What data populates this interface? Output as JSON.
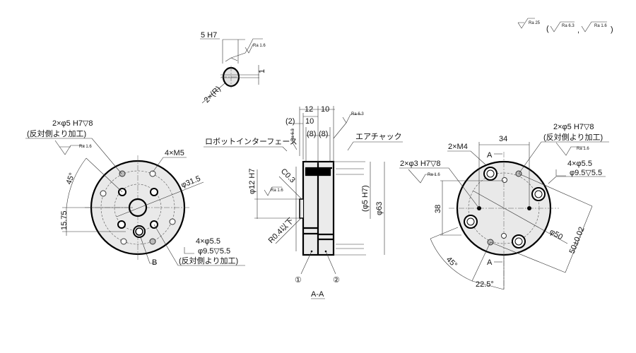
{
  "roughness_note": {
    "main": "Ra 25",
    "open": "(",
    "alt1": "Ra 6.3",
    "comma": ",",
    "alt2": "Ra 1.6",
    "close": ")"
  },
  "slot_detail": {
    "width": "5 H7",
    "ra": "Ra 1.6",
    "offset": "1",
    "radius": "2×(R)"
  },
  "left_view": {
    "pin_hole": "2×φ5 H7▽8",
    "pin_hole_note": "(反対側より加工)",
    "pin_ra": "Ra 1.6",
    "tap": "4×M5",
    "pcd": "φ31.5",
    "angle": "45°",
    "offset": "15.75",
    "cb_hole": "4×φ5.5",
    "cb_spec": "φ9.5▽5.5",
    "cb_note": "(反対側より加工)",
    "label_b": "B"
  },
  "section_view": {
    "dim_12": "12",
    "dim_10a": "10",
    "dim_2": "(2)",
    "dim_10b": "10",
    "dim_8a": "(8)",
    "dim_8b": "(8)",
    "ra_top": "Ra 6.3",
    "ra_side": "Ra 6.3",
    "robot_interface": "ロボットインターフェース",
    "air_chuck": "エアチャック",
    "bore": "φ12 H7",
    "chamfer": "C0.3",
    "ra_bore": "Ra 1.6",
    "fillet": "R0.4以下",
    "pin_bore": "(φ5 H7)",
    "outer_dia": "φ63",
    "part1": "①",
    "part2": "②",
    "title": "A-A"
  },
  "right_view": {
    "dim_34": "34",
    "pin_hole": "2×φ5 H7▽8",
    "pin_hole_note": "(反対側より加工)",
    "pin_ra": "Ra 1.6",
    "tap": "2×M4",
    "small_pin": "2×φ3 H7▽8",
    "small_pin_ra": "Ra 1.6",
    "cb_hole": "4×φ5.5",
    "cb_spec": "φ9.5▽5.5",
    "dim_38": "38",
    "pcd": "φ50",
    "dim_50": "50±0.02",
    "angle_45": "45°",
    "angle_22": "22.5°",
    "section_a_top": "A",
    "section_a_bottom": "A"
  }
}
